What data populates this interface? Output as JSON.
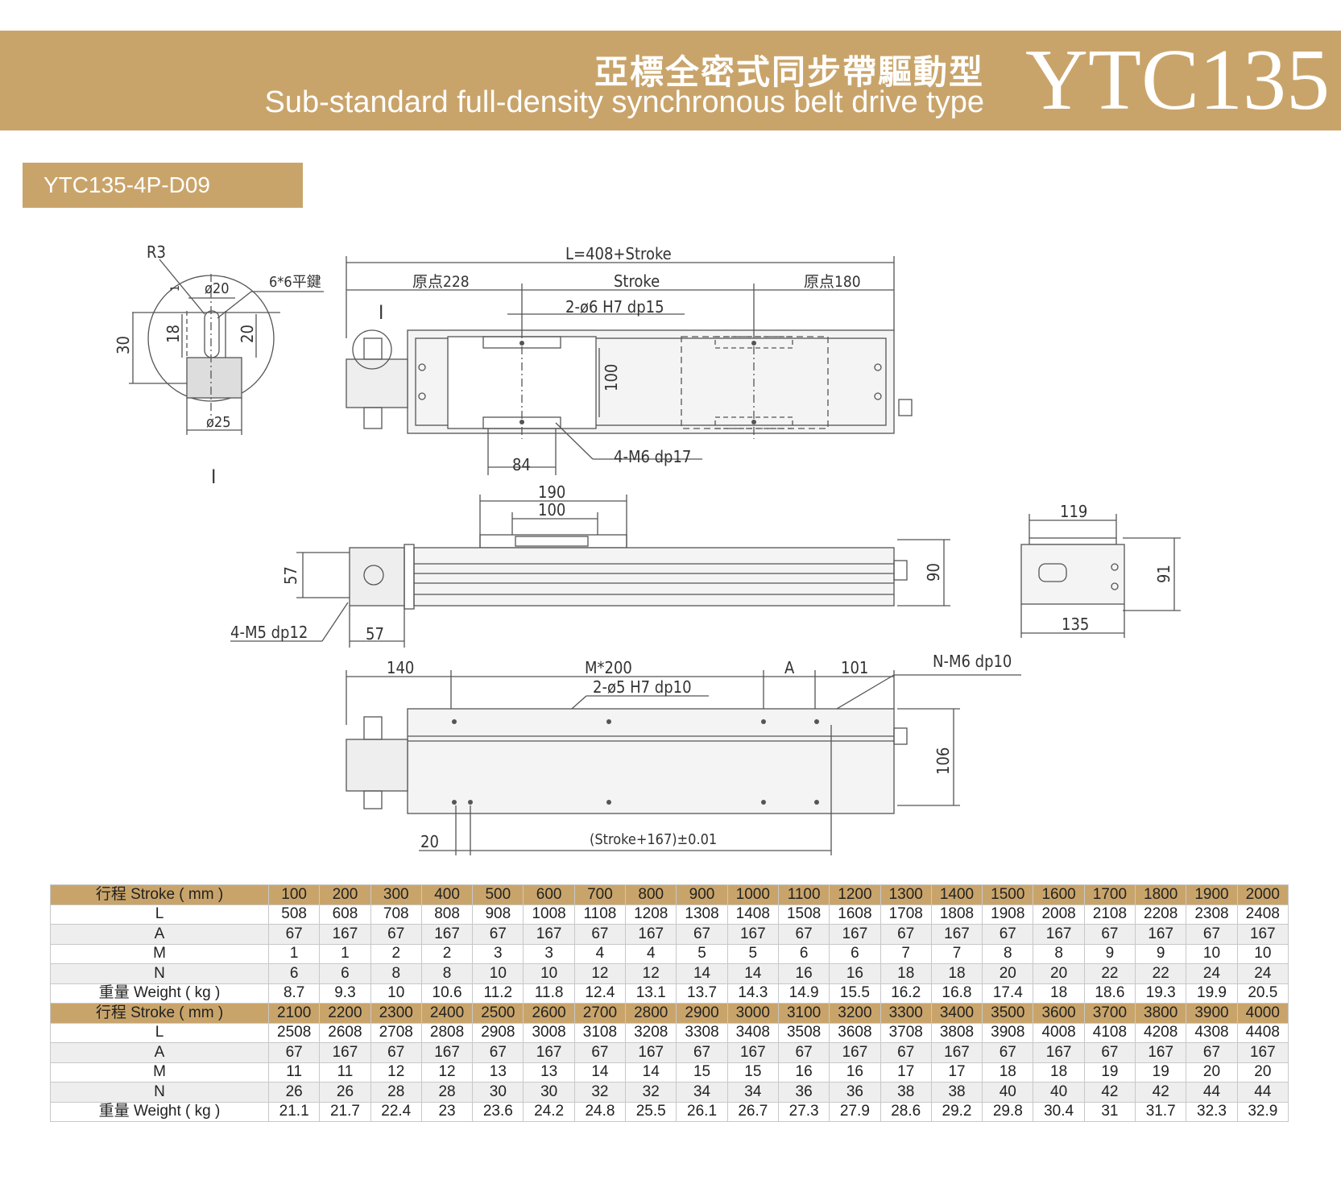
{
  "header": {
    "title_cn": "亞標全密式同步帶驅動型",
    "title_en": "Sub-standard full-density synchronous belt drive type",
    "model": "YTC135"
  },
  "model_tag": "YTC135-4P-D09",
  "drawing": {
    "detail_label": "I",
    "detail_view": {
      "r3": "R3",
      "key": "6*6平鍵",
      "dia20": "ø20",
      "dia25": "ø25",
      "d30": "30",
      "d18": "18",
      "d20": "20",
      "d1": "1"
    },
    "top_view": {
      "length": "L=408+Stroke",
      "left_origin": "原点228",
      "stroke": "Stroke",
      "right_origin": "原点180",
      "pin_holes": "2-ø6 H7 dp15",
      "d100": "100",
      "d84": "84",
      "m6": "4-M6 dp17"
    },
    "front_view": {
      "d190": "190",
      "d100": "100",
      "d57": "57",
      "d57b": "57",
      "m5": "4-M5 dp12",
      "d90": "90"
    },
    "end_view": {
      "d119": "119",
      "d91": "91",
      "d135": "135"
    },
    "bottom_view": {
      "d140": "140",
      "m200": "M*200",
      "a": "A",
      "d101": "101",
      "nm6": "N-M6 dp10",
      "pins": "2-ø5 H7 dp10",
      "d106": "106",
      "d20": "20",
      "stroke_tol": "(Stroke+167)±0.01"
    }
  },
  "spec_table": {
    "row_labels": [
      "行程 Stroke ( mm )",
      "L",
      "A",
      "M",
      "N",
      "重量 Weight ( kg )"
    ],
    "blocks": [
      {
        "stroke": [
          "100",
          "200",
          "300",
          "400",
          "500",
          "600",
          "700",
          "800",
          "900",
          "1000",
          "1100",
          "1200",
          "1300",
          "1400",
          "1500",
          "1600",
          "1700",
          "1800",
          "1900",
          "2000"
        ],
        "L": [
          "508",
          "608",
          "708",
          "808",
          "908",
          "1008",
          "1108",
          "1208",
          "1308",
          "1408",
          "1508",
          "1608",
          "1708",
          "1808",
          "1908",
          "2008",
          "2108",
          "2208",
          "2308",
          "2408"
        ],
        "A": [
          "67",
          "167",
          "67",
          "167",
          "67",
          "167",
          "67",
          "167",
          "67",
          "167",
          "67",
          "167",
          "67",
          "167",
          "67",
          "167",
          "67",
          "167",
          "67",
          "167"
        ],
        "M": [
          "1",
          "1",
          "2",
          "2",
          "3",
          "3",
          "4",
          "4",
          "5",
          "5",
          "6",
          "6",
          "7",
          "7",
          "8",
          "8",
          "9",
          "9",
          "10",
          "10"
        ],
        "N": [
          "6",
          "6",
          "8",
          "8",
          "10",
          "10",
          "12",
          "12",
          "14",
          "14",
          "16",
          "16",
          "18",
          "18",
          "20",
          "20",
          "22",
          "22",
          "24",
          "24"
        ],
        "weight": [
          "8.7",
          "9.3",
          "10",
          "10.6",
          "11.2",
          "11.8",
          "12.4",
          "13.1",
          "13.7",
          "14.3",
          "14.9",
          "15.5",
          "16.2",
          "16.8",
          "17.4",
          "18",
          "18.6",
          "19.3",
          "19.9",
          "20.5"
        ]
      },
      {
        "stroke": [
          "2100",
          "2200",
          "2300",
          "2400",
          "2500",
          "2600",
          "2700",
          "2800",
          "2900",
          "3000",
          "3100",
          "3200",
          "3300",
          "3400",
          "3500",
          "3600",
          "3700",
          "3800",
          "3900",
          "4000"
        ],
        "L": [
          "2508",
          "2608",
          "2708",
          "2808",
          "2908",
          "3008",
          "3108",
          "3208",
          "3308",
          "3408",
          "3508",
          "3608",
          "3708",
          "3808",
          "3908",
          "4008",
          "4108",
          "4208",
          "4308",
          "4408"
        ],
        "A": [
          "67",
          "167",
          "67",
          "167",
          "67",
          "167",
          "67",
          "167",
          "67",
          "167",
          "67",
          "167",
          "67",
          "167",
          "67",
          "167",
          "67",
          "167",
          "67",
          "167"
        ],
        "M": [
          "11",
          "11",
          "12",
          "12",
          "13",
          "13",
          "14",
          "14",
          "15",
          "15",
          "16",
          "16",
          "17",
          "17",
          "18",
          "18",
          "19",
          "19",
          "20",
          "20"
        ],
        "N": [
          "26",
          "26",
          "28",
          "28",
          "30",
          "30",
          "32",
          "32",
          "34",
          "34",
          "36",
          "36",
          "38",
          "38",
          "40",
          "40",
          "42",
          "42",
          "44",
          "44"
        ],
        "weight": [
          "21.1",
          "21.7",
          "22.4",
          "23",
          "23.6",
          "24.2",
          "24.8",
          "25.5",
          "26.1",
          "26.7",
          "27.3",
          "27.9",
          "28.6",
          "29.2",
          "29.8",
          "30.4",
          "31",
          "31.7",
          "32.3",
          "32.9"
        ]
      }
    ]
  },
  "colors": {
    "accent": "#c9a46a",
    "row_alt": "#eeeeee"
  }
}
